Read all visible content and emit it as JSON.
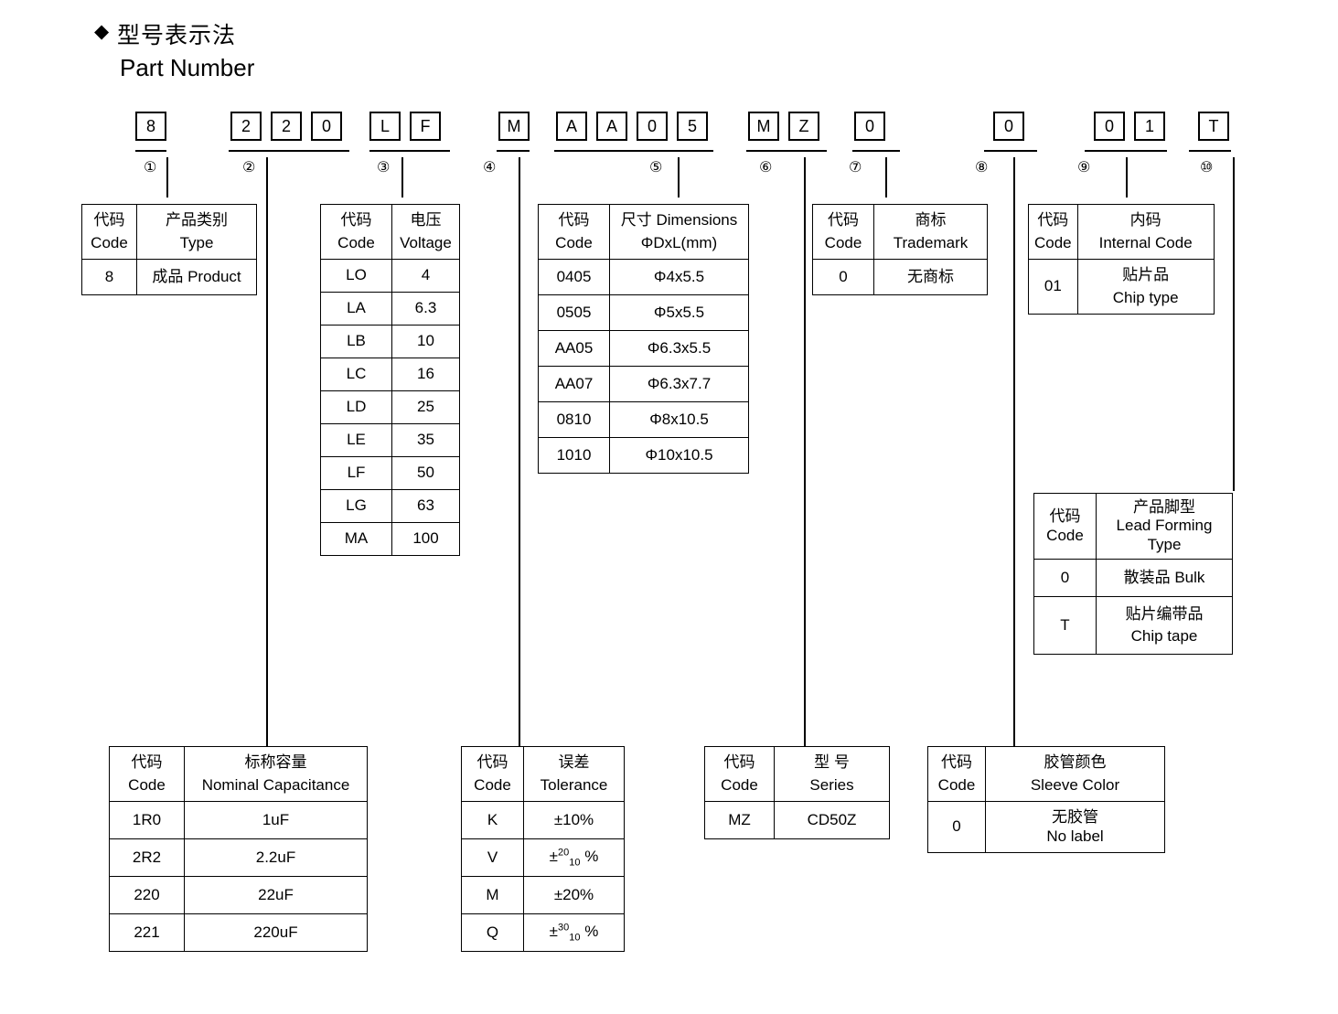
{
  "header": {
    "diamond": "◆",
    "title_cn": "型号表示法",
    "title_en": "Part Number"
  },
  "part_number": {
    "groups": [
      {
        "index": "①",
        "chars": [
          "8"
        ]
      },
      {
        "index": "②",
        "chars": [
          "2",
          "2",
          "0"
        ]
      },
      {
        "index": "③",
        "chars": [
          "L",
          "F"
        ]
      },
      {
        "index": "④",
        "chars": [
          "M"
        ]
      },
      {
        "index": "⑤",
        "chars": [
          "A",
          "A",
          "0",
          "5"
        ]
      },
      {
        "index": "⑥",
        "chars": [
          "M",
          "Z"
        ]
      },
      {
        "index": "⑦",
        "chars": [
          "0"
        ]
      },
      {
        "index": "⑧",
        "chars": [
          "0"
        ]
      },
      {
        "index": "⑨",
        "chars": [
          "0",
          "1"
        ]
      },
      {
        "index": "⑩",
        "chars": [
          "T"
        ]
      }
    ]
  },
  "tables": {
    "type": {
      "header": {
        "code_cn": "代码",
        "code_en": "Code",
        "val_cn": "产品类别",
        "val_en": "Type"
      },
      "rows": [
        {
          "code": "8",
          "value": "成品 Product"
        }
      ]
    },
    "voltage": {
      "header": {
        "code_cn": "代码",
        "code_en": "Code",
        "val_cn": "电压",
        "val_en": "Voltage"
      },
      "rows": [
        {
          "code": "LO",
          "value": "4"
        },
        {
          "code": "LA",
          "value": "6.3"
        },
        {
          "code": "LB",
          "value": "10"
        },
        {
          "code": "LC",
          "value": "16"
        },
        {
          "code": "LD",
          "value": "25"
        },
        {
          "code": "LE",
          "value": "35"
        },
        {
          "code": "LF",
          "value": "50"
        },
        {
          "code": "LG",
          "value": "63"
        },
        {
          "code": "MA",
          "value": "100"
        }
      ]
    },
    "dimensions": {
      "header": {
        "code_cn": "代码",
        "code_en": "Code",
        "val_cn": "尺寸 Dimensions",
        "val_en": "ΦDxL(mm)"
      },
      "rows": [
        {
          "code": "0405",
          "value": "Φ4x5.5"
        },
        {
          "code": "0505",
          "value": "Φ5x5.5"
        },
        {
          "code": "AA05",
          "value": "Φ6.3x5.5"
        },
        {
          "code": "AA07",
          "value": "Φ6.3x7.7"
        },
        {
          "code": "0810",
          "value": "Φ8x10.5"
        },
        {
          "code": "1010",
          "value": "Φ10x10.5"
        }
      ]
    },
    "trademark": {
      "header": {
        "code_cn": "代码",
        "code_en": "Code",
        "val_cn": "商标",
        "val_en": "Trademark"
      },
      "rows": [
        {
          "code": "0",
          "value": "无商标"
        }
      ]
    },
    "internal_code": {
      "header": {
        "code_cn": "代码",
        "code_en": "Code",
        "val_cn": "内码",
        "val_en": "Internal Code"
      },
      "rows": [
        {
          "code": "01",
          "value_cn": "贴片品",
          "value_en": "Chip type"
        }
      ]
    },
    "lead_forming": {
      "header": {
        "code_cn": "代码",
        "code_en": "Code",
        "val_cn": "产品脚型",
        "val_en": "Lead Forming",
        "val_en2": "Type"
      },
      "rows": [
        {
          "code": "0",
          "value_cn": "散装品 Bulk",
          "value_en": ""
        },
        {
          "code": "T",
          "value_cn": "贴片编带品",
          "value_en": "Chip tape"
        }
      ]
    },
    "capacitance": {
      "header": {
        "code_cn": "代码",
        "code_en": "Code",
        "val_cn": "标称容量",
        "val_en": "Nominal Capacitance"
      },
      "rows": [
        {
          "code": "1R0",
          "value": "1uF"
        },
        {
          "code": "2R2",
          "value": "2.2uF"
        },
        {
          "code": "220",
          "value": "22uF"
        },
        {
          "code": "221",
          "value": "220uF"
        }
      ]
    },
    "tolerance": {
      "header": {
        "code_cn": "代码",
        "code_en": "Code",
        "val_cn": "误差",
        "val_en": "Tolerance"
      },
      "rows": [
        {
          "code": "K",
          "value": "±10%",
          "sup": "",
          "sub": ""
        },
        {
          "code": "V",
          "value": "",
          "sup": "20",
          "sub": "10"
        },
        {
          "code": "M",
          "value": "±20%",
          "sup": "",
          "sub": ""
        },
        {
          "code": "Q",
          "value": "",
          "sup": "30",
          "sub": "10"
        }
      ]
    },
    "series": {
      "header": {
        "code_cn": "代码",
        "code_en": "Code",
        "val_cn": "型 号",
        "val_en": "Series"
      },
      "rows": [
        {
          "code": "MZ",
          "value": "CD50Z"
        }
      ]
    },
    "sleeve_color": {
      "header": {
        "code_cn": "代码",
        "code_en": "Code",
        "val_cn": "胶管颜色",
        "val_en": "Sleeve Color"
      },
      "rows": [
        {
          "code": "0",
          "value_cn": "无胶管",
          "value_en": "No label"
        }
      ]
    }
  }
}
